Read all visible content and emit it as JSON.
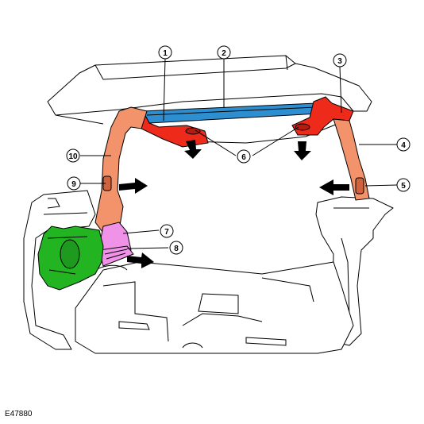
{
  "figure_id": "E47880",
  "callouts": [
    "1",
    "2",
    "3",
    "4",
    "5",
    "6",
    "7",
    "8",
    "9",
    "10"
  ],
  "colors": {
    "blue_duct": "#2e8fd0",
    "red_duct": "#ee2a1b",
    "salmon_duct": "#f2936b",
    "green_unit": "#22b521",
    "pink_unit": "#f093e8",
    "outline": "#000000",
    "background": "#ffffff"
  }
}
